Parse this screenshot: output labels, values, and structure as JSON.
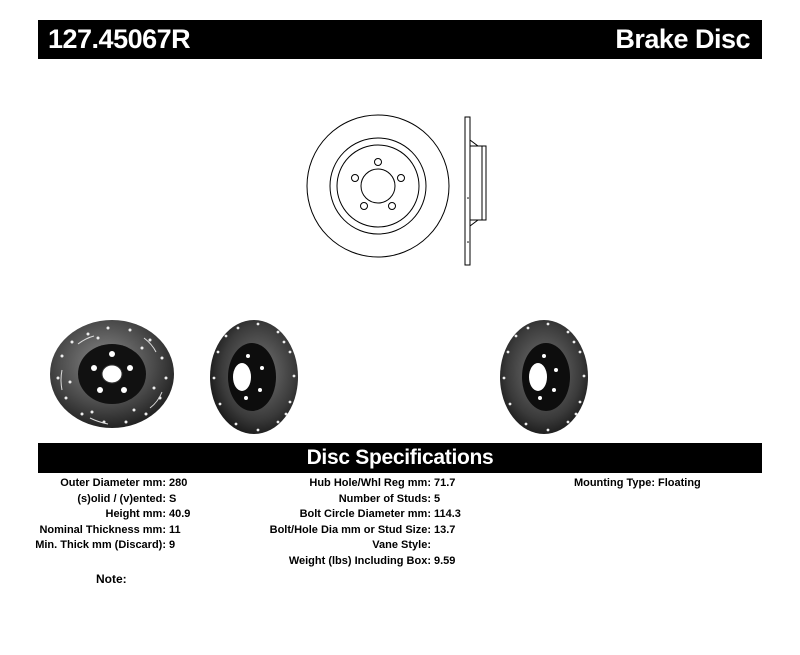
{
  "header": {
    "part_number": "127.45067R",
    "product_type": "Brake Disc"
  },
  "specs": {
    "title": "Disc Specifications",
    "col1": [
      {
        "label": "Outer Diameter mm:",
        "value": "280"
      },
      {
        "label": "(s)olid / (v)ented:",
        "value": "S"
      },
      {
        "label": "Height mm:",
        "value": "40.9"
      },
      {
        "label": "Nominal Thickness mm:",
        "value": "11"
      },
      {
        "label": "Min. Thick mm (Discard):",
        "value": "9"
      }
    ],
    "col2": [
      {
        "label": "Hub Hole/Whl Reg mm:",
        "value": "71.7"
      },
      {
        "label": "Number of Studs:",
        "value": "5"
      },
      {
        "label": "Bolt Circle Diameter mm:",
        "value": "114.3"
      },
      {
        "label": "Bolt/Hole Dia mm or Stud Size:",
        "value": "13.7"
      },
      {
        "label": "Vane Style:",
        "value": ""
      },
      {
        "label": "Weight (lbs) Including Box:",
        "value": "9.59"
      }
    ],
    "col3": [
      {
        "label": "Mounting Type:",
        "value": "Floating"
      }
    ]
  },
  "note": {
    "label": "Note:"
  }
}
